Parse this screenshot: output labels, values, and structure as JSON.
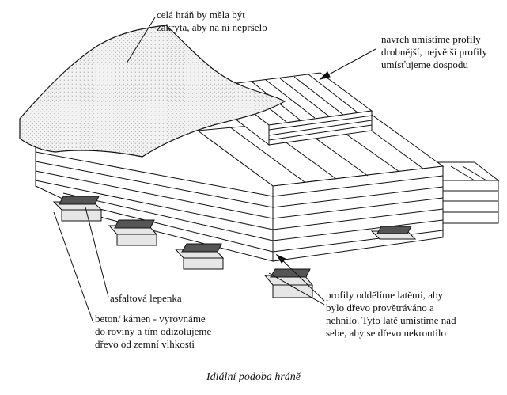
{
  "labels": {
    "cover": "celá hráň by měla být\nzakryta, aby na ní nepršelo",
    "top_profiles": "navrch umístíme profily\ndrobnější, největší profily\numísťujeme dospodu",
    "tar_paper": "asfaltová lepenka",
    "base": "beton/ kámen - vyrovnáme\ndo roviny a tím odizolujeme\ndřevo od zemní vlhkosti",
    "laths": "profily oddělíme latěmi, aby\nbylo dřevo provětráváno a\nnehnilo. Tyto latě umístíme nad\nsebe, aby se dřevo nekroutilo"
  },
  "caption": "Idiální podoba hráně",
  "colors": {
    "ink": "#111111",
    "tarpaper": "#555555",
    "stone": "#e6e6e6",
    "cover": "#f2f2f2"
  }
}
